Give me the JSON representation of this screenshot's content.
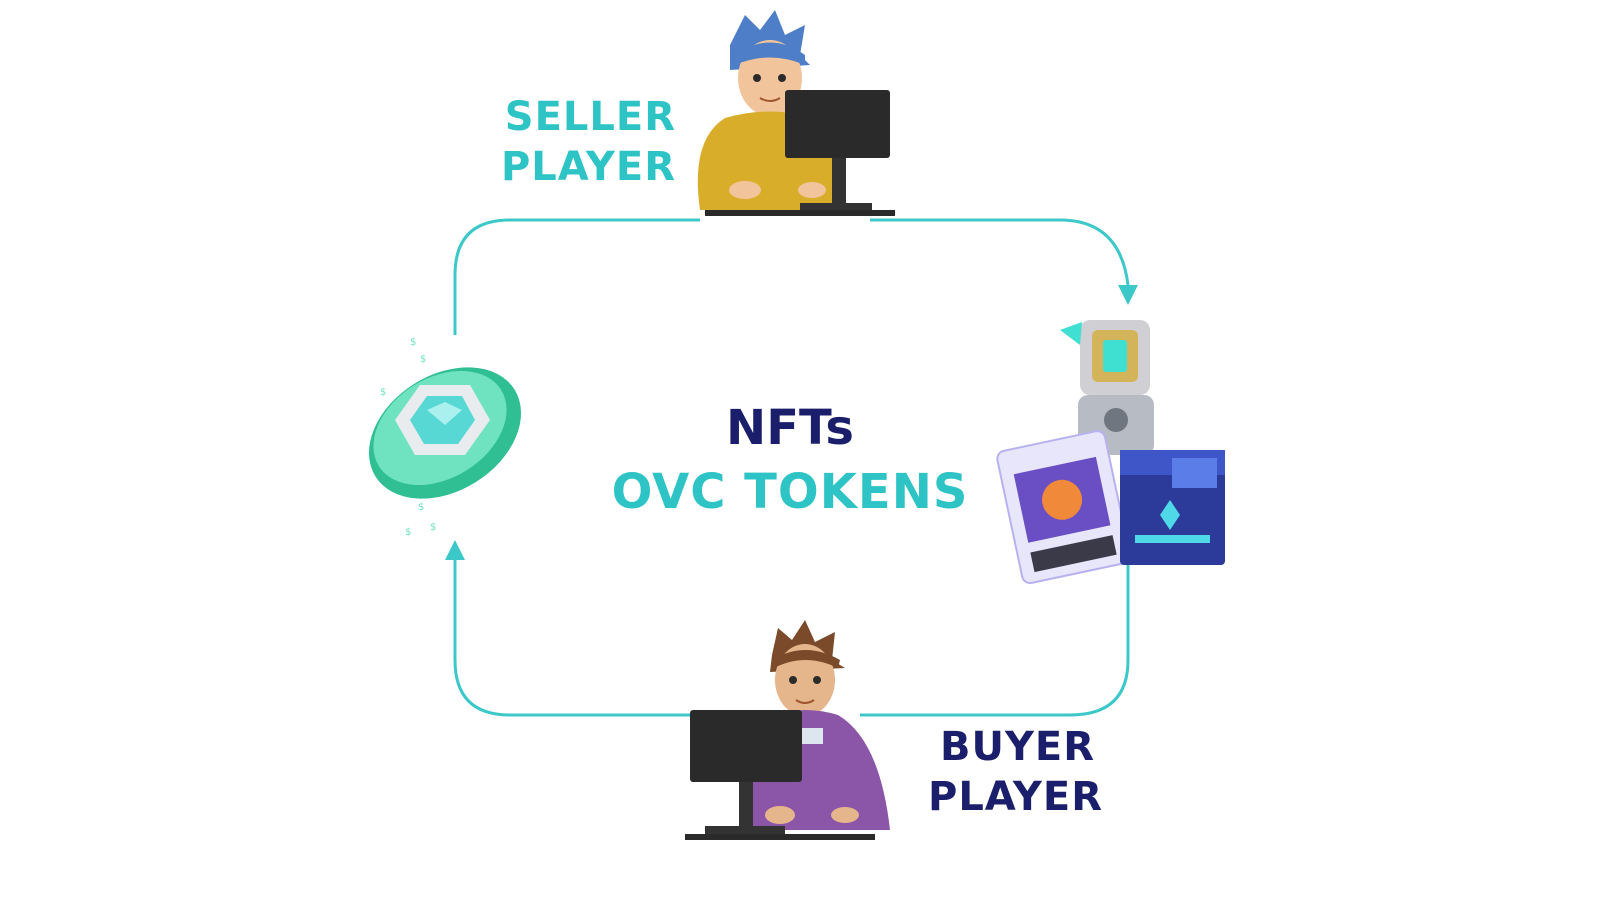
{
  "seller": {
    "line1": "SELLER",
    "line2": "PLAYER"
  },
  "buyer": {
    "line1": "BUYER",
    "line2": "PLAYER"
  },
  "center": {
    "line1": "NFTs",
    "line2": "OVC TOKENS"
  },
  "colors": {
    "teal": "#2ec4c6",
    "navy": "#1b1f6b"
  },
  "icons": [
    "seller-avatar-icon",
    "buyer-avatar-icon",
    "ovc-token-coin-icon",
    "nft-robot-cards-icon"
  ]
}
